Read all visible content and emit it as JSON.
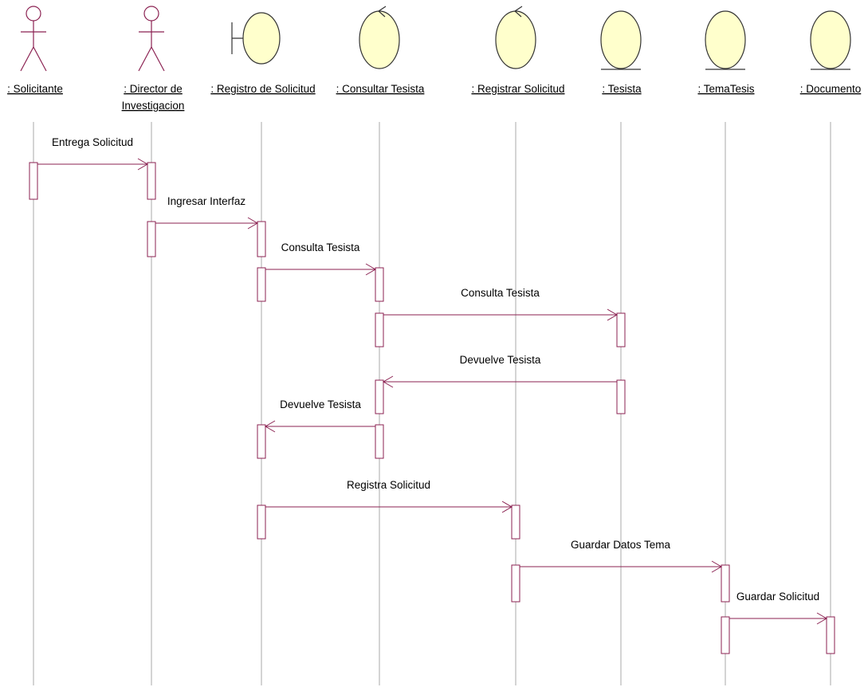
{
  "diagram": {
    "type": "sequence",
    "colors": {
      "lifeline": "#a9a9a9",
      "object_fill": "#ffffcc",
      "stroke": "#333333",
      "actor": "#8b2252",
      "activation": "#8b2252",
      "message": "#8b2252"
    },
    "participants": [
      {
        "id": "solicitante",
        "kind": "actor",
        "label": ": Solicitante"
      },
      {
        "id": "director",
        "kind": "actor",
        "label": ": Director de",
        "label2": "Investigacion"
      },
      {
        "id": "registro",
        "kind": "boundary",
        "label": ": Registro de Solicitud"
      },
      {
        "id": "consultar",
        "kind": "control",
        "label": ": Consultar Tesista"
      },
      {
        "id": "registrar",
        "kind": "control",
        "label": ": Registrar Solicitud"
      },
      {
        "id": "tesista",
        "kind": "entity",
        "label": ": Tesista"
      },
      {
        "id": "tematesis",
        "kind": "entity",
        "label": ": TemaTesis"
      },
      {
        "id": "documento",
        "kind": "entity",
        "label": ": Documento"
      }
    ],
    "messages": [
      {
        "from": "solicitante",
        "to": "director",
        "label": "Entrega Solicitud"
      },
      {
        "from": "director",
        "to": "registro",
        "label": "Ingresar Interfaz"
      },
      {
        "from": "registro",
        "to": "consultar",
        "label": "Consulta Tesista"
      },
      {
        "from": "consultar",
        "to": "tesista",
        "label": "Consulta Tesista"
      },
      {
        "from": "tesista",
        "to": "consultar",
        "label": "Devuelve Tesista"
      },
      {
        "from": "consultar",
        "to": "registro",
        "label": "Devuelve Tesista"
      },
      {
        "from": "registro",
        "to": "registrar",
        "label": "Registra Solicitud"
      },
      {
        "from": "registrar",
        "to": "tematesis",
        "label": "Guardar Datos Tema"
      },
      {
        "from": "tematesis",
        "to": "documento",
        "label": "Guardar Solicitud"
      }
    ]
  }
}
